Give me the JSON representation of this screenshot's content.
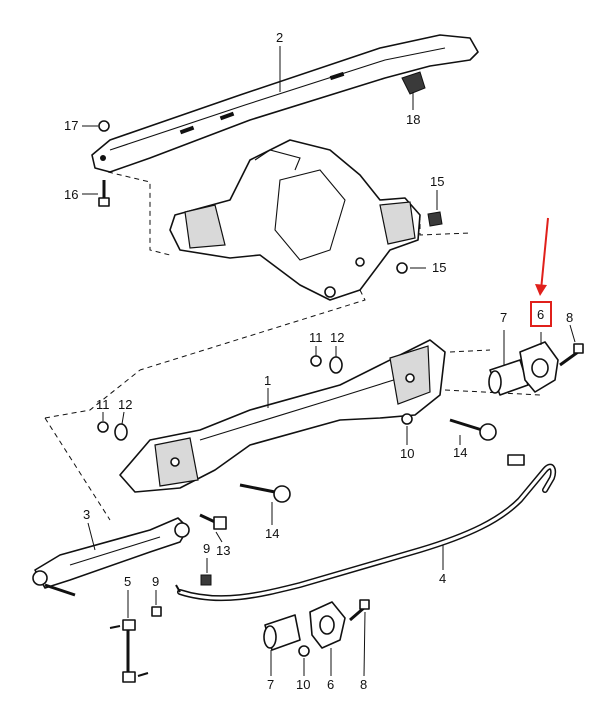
{
  "callouts": {
    "c1": "1",
    "c2": "2",
    "c3": "3",
    "c4": "4",
    "c5a": "5",
    "c6top": "6",
    "c6bot": "6",
    "c7top": "7",
    "c7bot": "7",
    "c8top": "8",
    "c8bot": "8",
    "c9a": "9",
    "c9b": "9",
    "c10a": "10",
    "c10b": "10",
    "c11a": "11",
    "c11b": "11",
    "c12a": "12",
    "c12b": "12",
    "c13": "13",
    "c14a": "14",
    "c14b": "14",
    "c14c": "14",
    "c15a": "15",
    "c15b": "15",
    "c16": "16",
    "c17": "17",
    "c18": "18"
  },
  "colors": {
    "highlight": "#e0201b",
    "ink": "#111111"
  }
}
